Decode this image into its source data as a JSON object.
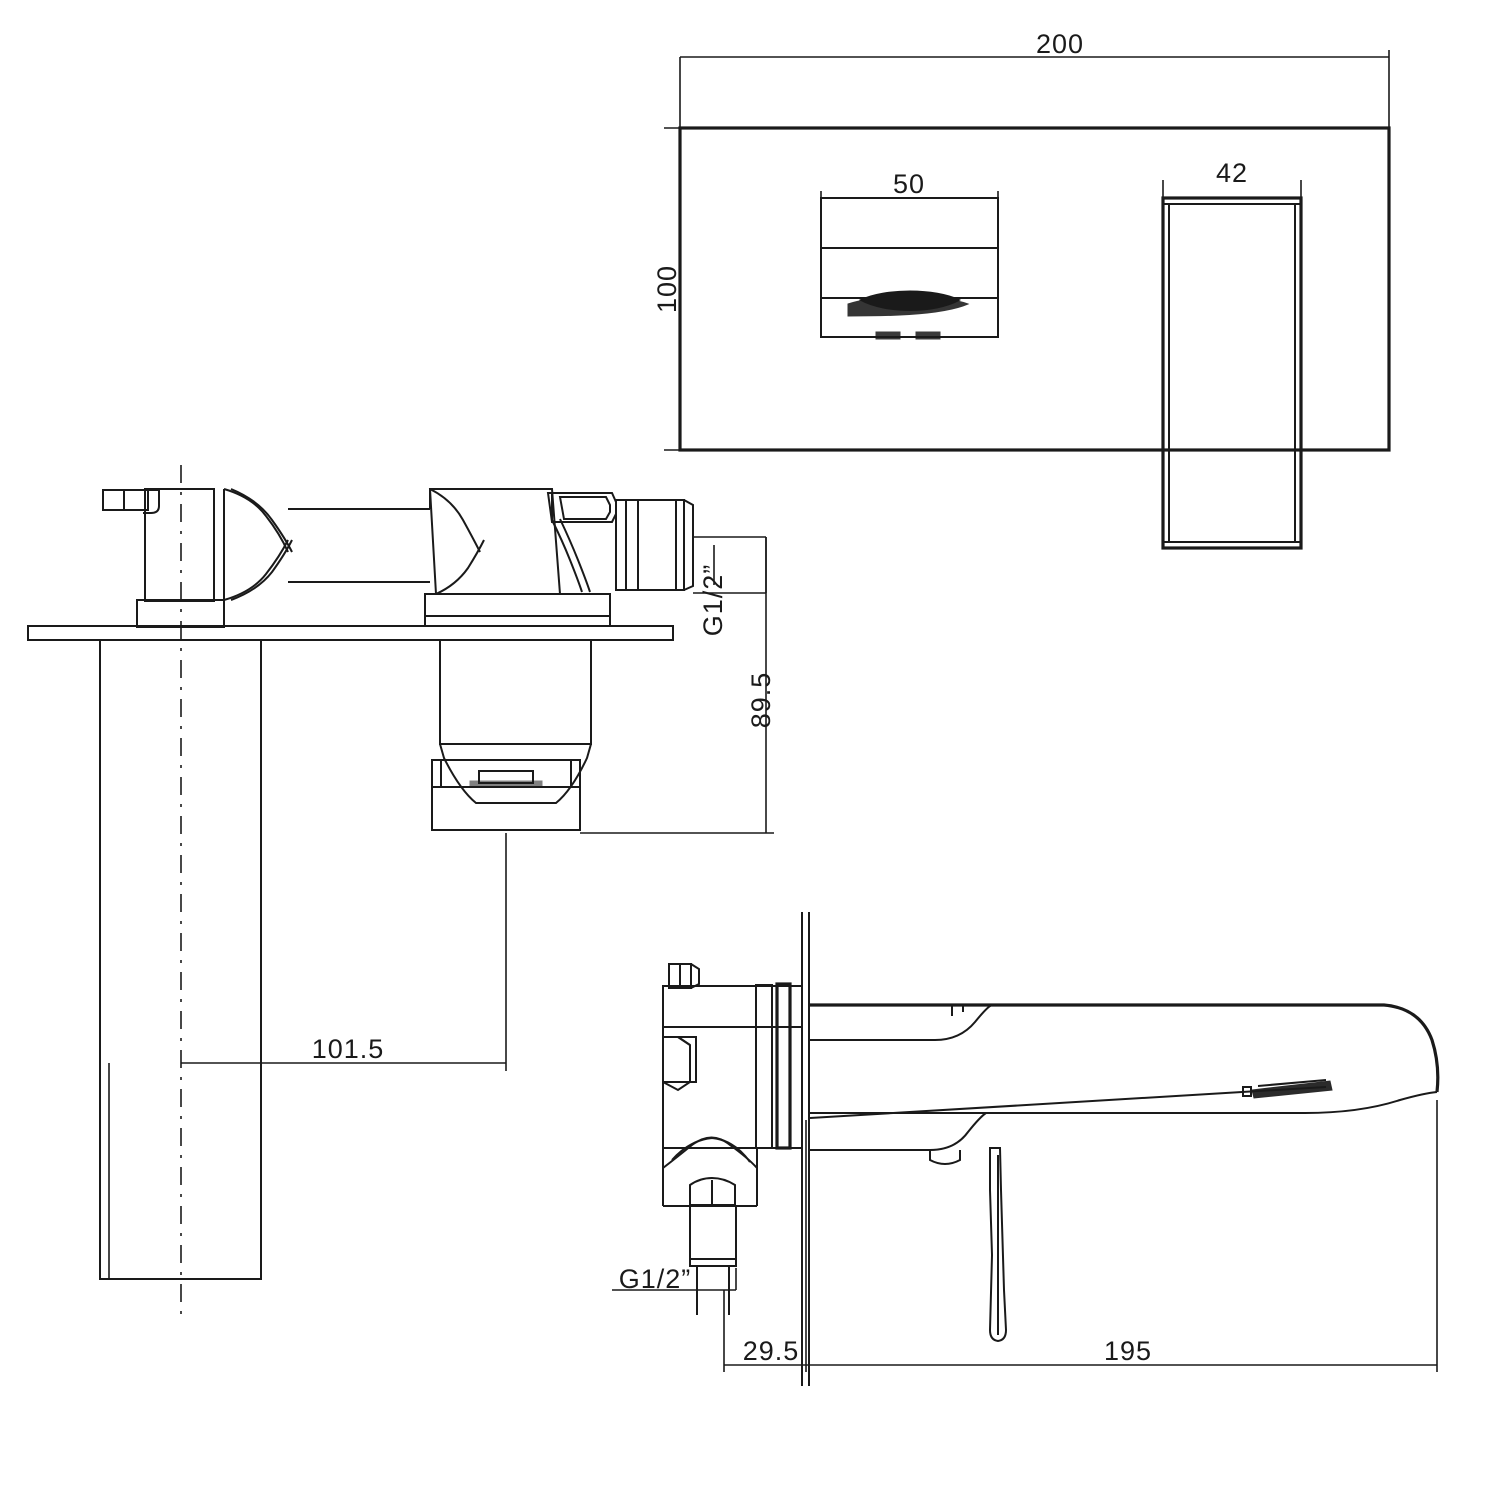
{
  "drawing": {
    "title": "Wall-mounted basin mixer tap technical drawing",
    "units": "mm",
    "line_color": "#1a1a1a",
    "background_color": "#ffffff",
    "views": [
      {
        "name": "front-elevation-view",
        "position": "top-right"
      },
      {
        "name": "side-section-view-rotated",
        "position": "middle-left"
      },
      {
        "name": "side-elevation-view",
        "position": "bottom-right"
      }
    ]
  },
  "dimensions": {
    "plate_width": "200",
    "plate_height": "100",
    "handle_width": "50",
    "spout_width": "42",
    "inlet_thread_top": "G1/2”",
    "inlet_thread_bottom": "G1/2”",
    "valve_depth": "89.5",
    "spout_offset": "101.5",
    "wall_offset": "29.5",
    "spout_projection": "195"
  },
  "labels": {
    "d200": "200",
    "d100": "100",
    "d50": "50",
    "d42": "42",
    "g_half_top": "G1/2”",
    "g_half_bottom": "G1/2”",
    "d895": "89.5",
    "d1015": "101.5",
    "d295": "29.5",
    "d195": "195"
  }
}
